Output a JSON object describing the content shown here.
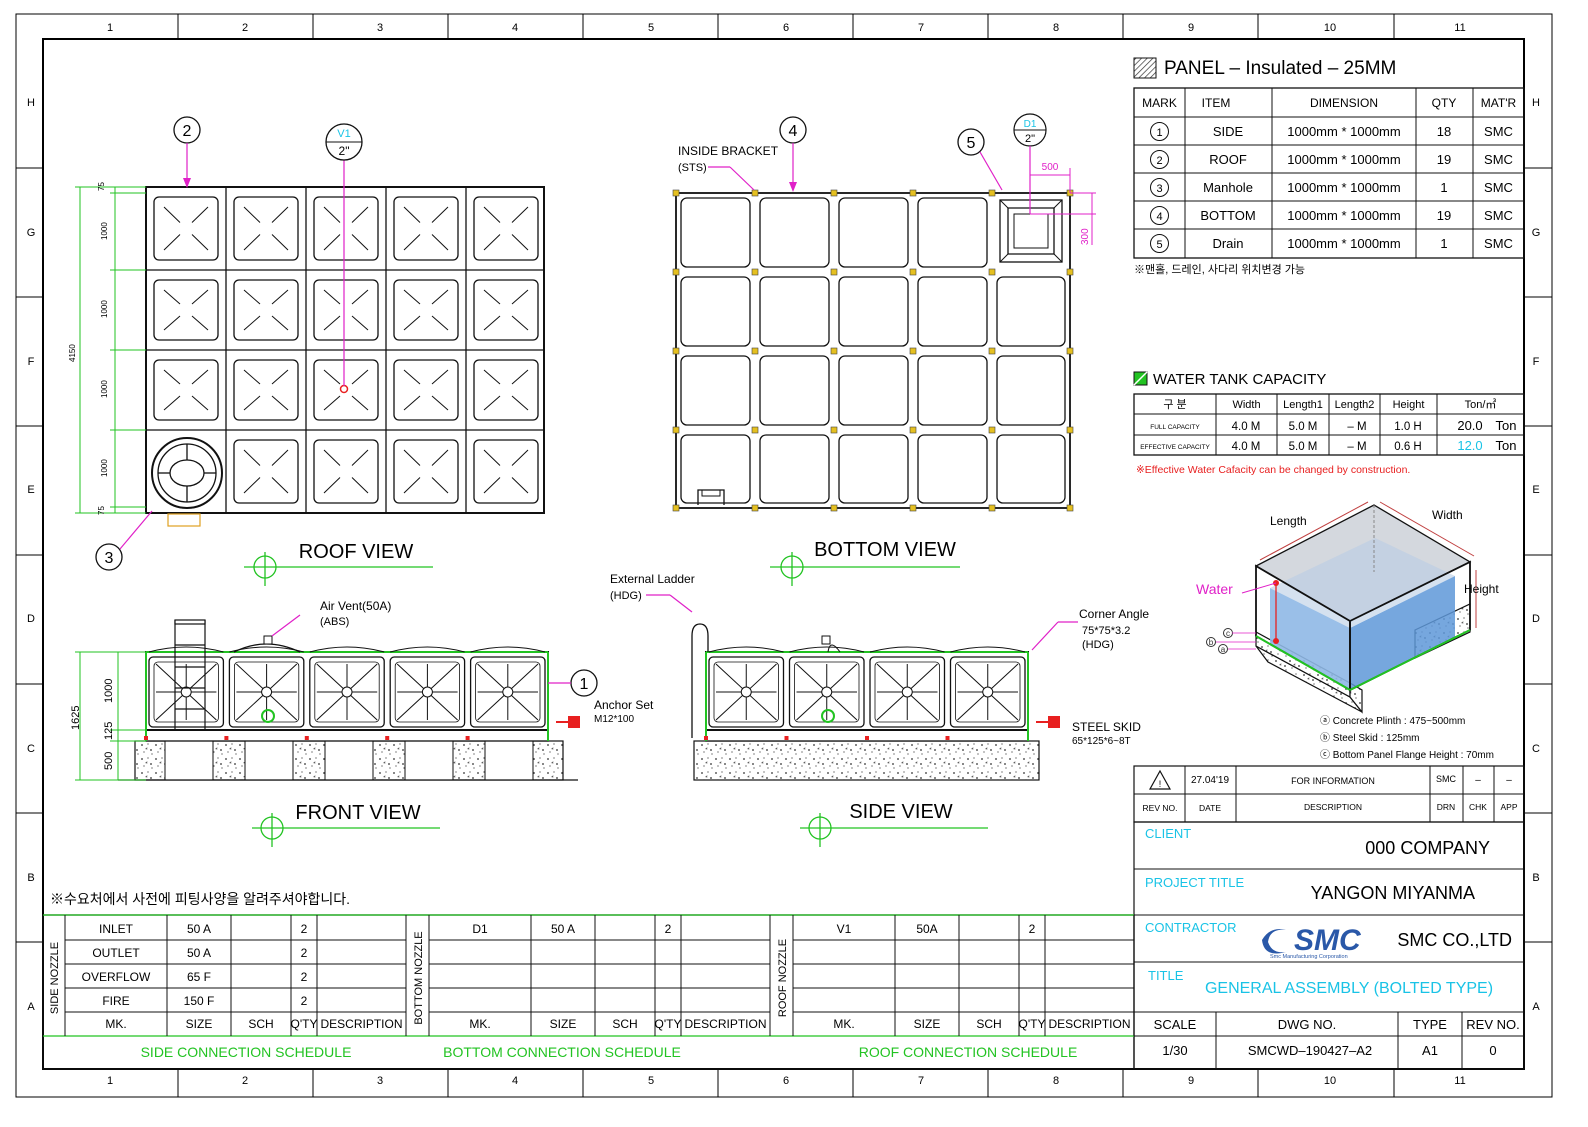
{
  "border": {
    "cols": [
      "1",
      "2",
      "3",
      "4",
      "5",
      "6",
      "7",
      "8",
      "9",
      "10",
      "11"
    ],
    "rows": [
      "H",
      "G",
      "F",
      "E",
      "D",
      "C",
      "B",
      "A"
    ]
  },
  "panel_table": {
    "title": "PANEL – Insulated – 25MM",
    "headers": [
      "MARK",
      "ITEM",
      "DIMENSION",
      "QTY",
      "MAT'R"
    ],
    "rows": [
      {
        "mark": "1",
        "item": "SIDE",
        "dimension": "1000mm * 1000mm",
        "qty": "18",
        "mat": "SMC"
      },
      {
        "mark": "2",
        "item": "ROOF",
        "dimension": "1000mm * 1000mm",
        "qty": "19",
        "mat": "SMC"
      },
      {
        "mark": "3",
        "item": "Manhole",
        "dimension": "1000mm * 1000mm",
        "qty": "1",
        "mat": "SMC"
      },
      {
        "mark": "4",
        "item": "BOTTOM",
        "dimension": "1000mm * 1000mm",
        "qty": "19",
        "mat": "SMC"
      },
      {
        "mark": "5",
        "item": "Drain",
        "dimension": "1000mm * 1000mm",
        "qty": "1",
        "mat": "SMC"
      }
    ],
    "note": "※맨홀, 드레인, 사다리 위치변경 가능"
  },
  "capacity": {
    "title": "WATER TANK CAPACITY",
    "headers": [
      "구 분",
      "Width",
      "Length1",
      "Length2",
      "Height",
      "Ton/㎥"
    ],
    "full": {
      "label": "FULL CAPACITY",
      "width": "4.0 M",
      "length1": "5.0 M",
      "length2": "– M",
      "height": "1.0 H",
      "ton": "20.0",
      "unit": "Ton"
    },
    "effective": {
      "label": "EFFECTIVE CAPACITY",
      "width": "4.0 M",
      "length1": "5.0 M",
      "length2": "– M",
      "height": "0.6 H",
      "ton": "12.0",
      "unit": "Ton"
    },
    "note": "※Effective Water Cafacity can be changed by construction."
  },
  "iso": {
    "length": "Length",
    "width": "Width",
    "height": "Height",
    "water": "Water",
    "letters": [
      "a",
      "b",
      "c"
    ],
    "notes": [
      "ⓐ Concrete Plinth : 475~500mm",
      "ⓑ Steel Skid : 125mm",
      "ⓒ Bottom Panel Flange Height : 70mm"
    ]
  },
  "views": {
    "roof": "ROOF VIEW",
    "bottom": "BOTTOM VIEW",
    "front": "FRONT VIEW",
    "side": "SIDE VIEW"
  },
  "roof_dims": {
    "top": "75",
    "d1": "1000",
    "d2": "1000",
    "d3": "1000",
    "d4": "1000",
    "bottom": "75",
    "total": "4150"
  },
  "front_dims": {
    "d1000": "1000",
    "d125": "125",
    "d500": "500",
    "total": "1625"
  },
  "callouts": {
    "c1": "1",
    "c2": "2",
    "c3": "3",
    "c4": "4",
    "c5": "5",
    "v1": "V1",
    "v1_size": "2\"",
    "d1": "D1",
    "d1_size": "2\"",
    "d500": "500",
    "d300": "300",
    "inside_bracket": "INSIDE BRACKET",
    "inside_bracket_mat": "(STS)",
    "air_vent": "Air Vent(50A)",
    "air_vent_mat": "(ABS)",
    "external_ladder": "External Ladder",
    "external_ladder_mat": "(HDG)",
    "corner_angle": "Corner Angle",
    "corner_angle_size": "75*75*3.2",
    "corner_angle_mat": "(HDG)",
    "anchor": "Anchor Set",
    "anchor_size": "M12*100",
    "steel_skid": "STEEL SKID",
    "steel_skid_size": "65*125*6~8T"
  },
  "revision": {
    "rev_date": "27.04'19",
    "rev_desc": "FOR INFORMATION",
    "rev_by": "SMC",
    "chk": "–",
    "app": "–",
    "h_rev": "REV NO.",
    "h_date": "DATE",
    "h_desc": "DESCRIPTION",
    "h_drn": "DRN",
    "h_chk": "CHK",
    "h_app": "APP"
  },
  "title_block": {
    "client_label": "CLIENT",
    "client": "000 COMPANY",
    "project_label": "PROJECT TITLE",
    "project": "YANGON MIYANMA",
    "contractor_label": "CONTRACTOR",
    "contractor": "SMC CO.,LTD",
    "logo_text": "SMC",
    "logo_sub": "Smc Manufacturing Corporation",
    "title_label": "TITLE",
    "title": "GENERAL ASSEMBLY (BOLTED TYPE)",
    "scale_label": "SCALE",
    "scale": "1/30",
    "dwg_label": "DWG NO.",
    "dwg": "SMCWD–190427–A2",
    "type_label": "TYPE",
    "type": "A1",
    "rev_label": "REV NO.",
    "rev": "0"
  },
  "schedule_note": "※수요처에서 사전에 피팅사양을 알려주셔야합니다.",
  "schedules": [
    {
      "side_label": "SIDE NOZZLE",
      "caption": "SIDE CONNECTION SCHEDULE",
      "headers": [
        "MK.",
        "SIZE",
        "SCH",
        "Q'TY",
        "DESCRIPTION"
      ],
      "rows": [
        [
          "INLET",
          "50 A",
          "",
          "2",
          ""
        ],
        [
          "OUTLET",
          "50 A",
          "",
          "2",
          ""
        ],
        [
          "OVERFLOW",
          "65 F",
          "",
          "2",
          ""
        ],
        [
          "FIRE",
          "150 F",
          "",
          "2",
          ""
        ]
      ]
    },
    {
      "side_label": "BOTTOM NOZZLE",
      "caption": "BOTTOM  CONNECTION SCHEDULE",
      "headers": [
        "MK.",
        "SIZE",
        "SCH",
        "Q'TY",
        "DESCRIPTION"
      ],
      "rows": [
        [
          "D1",
          "50 A",
          "",
          "2",
          ""
        ],
        [
          "",
          "",
          "",
          "",
          ""
        ],
        [
          "",
          "",
          "",
          "",
          ""
        ],
        [
          "",
          "",
          "",
          "",
          ""
        ]
      ]
    },
    {
      "side_label": "ROOF NOZZLE",
      "caption": "ROOF CONNECTION SCHEDULE",
      "headers": [
        "MK.",
        "SIZE",
        "SCH",
        "Q'TY",
        "DESCRIPTION"
      ],
      "rows": [
        [
          "V1",
          "50A",
          "",
          "2",
          ""
        ],
        [
          "",
          "",
          "",
          "",
          ""
        ],
        [
          "",
          "",
          "",
          "",
          ""
        ],
        [
          "",
          "",
          "",
          "",
          ""
        ]
      ]
    }
  ],
  "colors": {
    "cyan": "#19c3e6",
    "green": "#22c322",
    "magenta": "#e020c8",
    "red": "#e82020",
    "water": "#8fb8e6"
  }
}
